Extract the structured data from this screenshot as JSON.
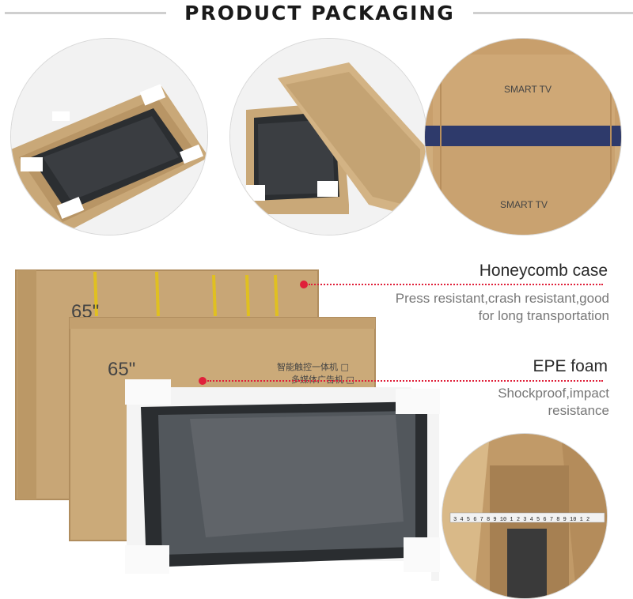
{
  "header": {
    "title": "PRODUCT PACKAGING"
  },
  "callouts": [
    {
      "title": "Honeycomb case",
      "lines": [
        "Press resistant,crash resistant,good",
        "for long transportation"
      ]
    },
    {
      "title": "EPE foam",
      "lines": [
        "Shockproof,impact",
        "resistance"
      ]
    }
  ],
  "box_labels": {
    "size_back": "65\"",
    "size_front": "65\"",
    "cn_line1": "智能触控一体机 □",
    "cn_line2": "多媒体广告机 □"
  },
  "carton_brand": [
    "SMART TV",
    "SMART TV"
  ],
  "ruler_text": "3 4 5 6 7 8 9 10 1 2 3 4 5 6 7 8 9 10 1 2",
  "colors": {
    "accent": "#e0203a",
    "cardboard": "#c9a878",
    "foam": "#f4f4f4",
    "screen": "#2a2d30"
  }
}
